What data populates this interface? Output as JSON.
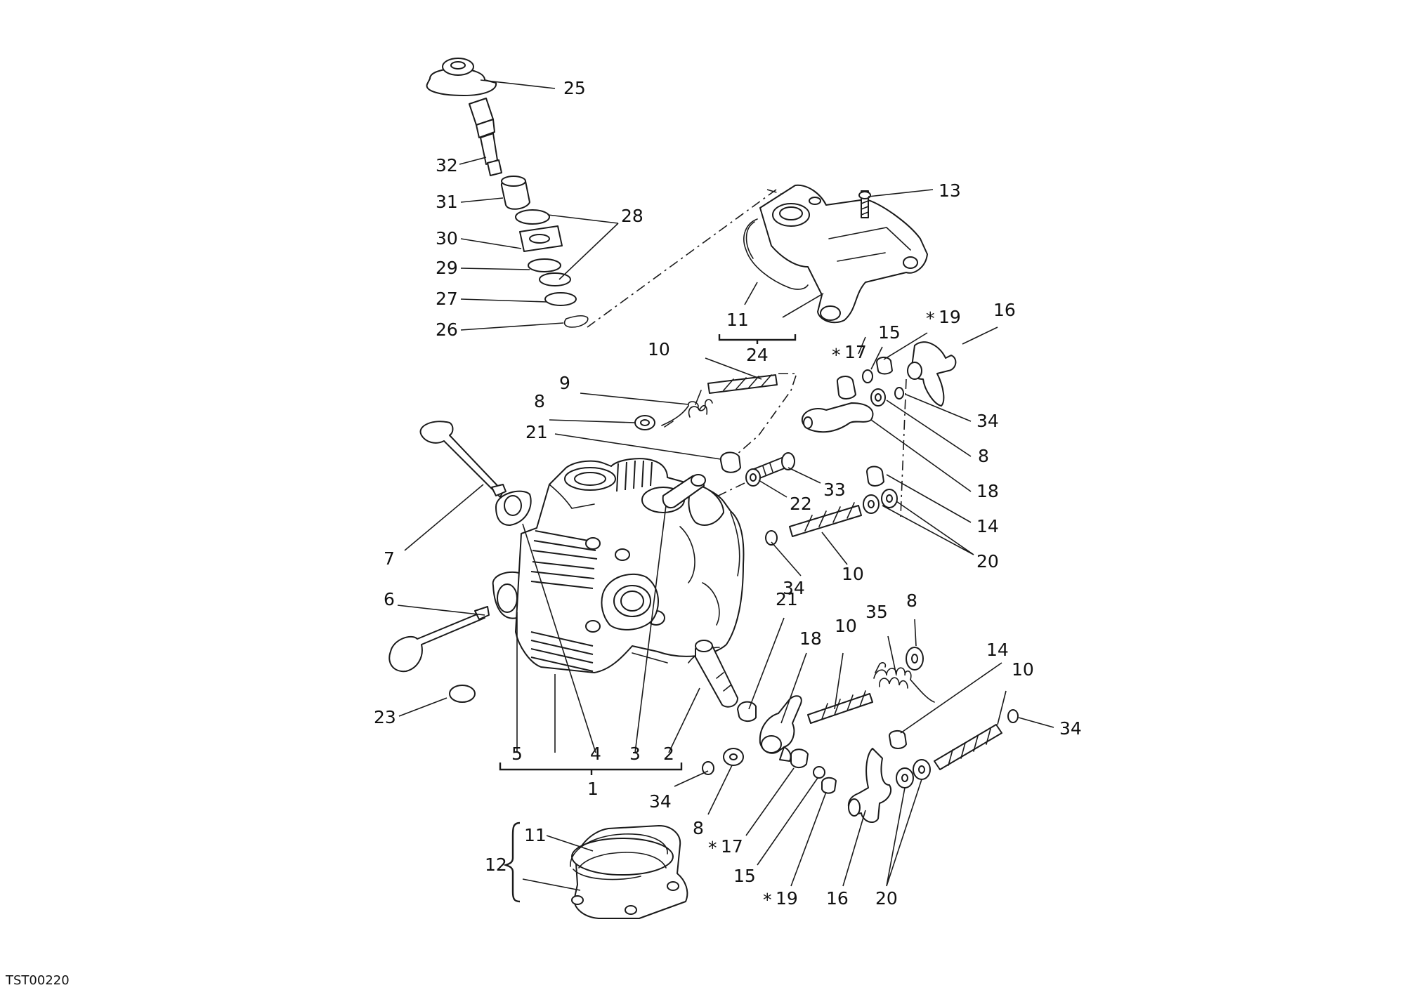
{
  "figure_code": "TST00220",
  "colors": {
    "line": "#1a1a1a",
    "background": "#ffffff"
  },
  "callouts": {
    "c25": "25",
    "c32": "32",
    "c31": "31",
    "c28": "28",
    "c30": "30",
    "c29": "29",
    "c27": "27",
    "c26": "26",
    "c13": "13",
    "c11_cover": "11",
    "c24": "24",
    "c10_top": "10",
    "c9": "9",
    "c8_left": "8",
    "c21_top": "21",
    "c19_top": "19",
    "c15_top": "15",
    "c17_top": "17",
    "c16_top": "16",
    "c34_right_top": "34",
    "c8_right": "8",
    "c18_right": "18",
    "c14_right": "14",
    "c20_right": "20",
    "c33": "33",
    "c22": "22",
    "c10_mid": "10",
    "c34_mid": "34",
    "c7": "7",
    "c6": "6",
    "c23": "23",
    "c5": "5",
    "c4": "4",
    "c3": "3",
    "c2": "2",
    "c1": "1",
    "c21_low": "21",
    "c18_low": "18",
    "c10_low": "10",
    "c35": "35",
    "c8_low_right": "8",
    "c14_low": "14",
    "c10_low_right": "10",
    "c34_low_right": "34",
    "c34_low_left": "34",
    "c8_low_left": "8",
    "c17_low": "17",
    "c15_low": "15",
    "c19_low": "19",
    "c16_low": "16",
    "c20_low": "20",
    "c11_flange": "11",
    "c12": "12"
  },
  "asterisk": "*"
}
